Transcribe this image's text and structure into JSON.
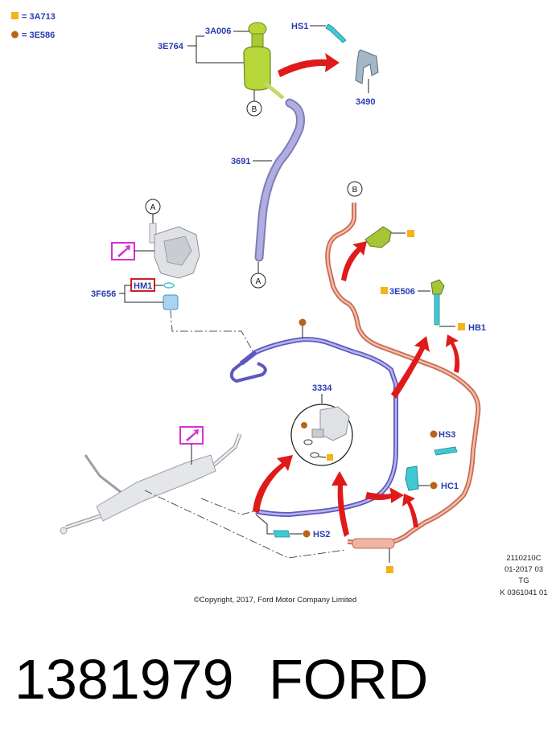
{
  "legend": {
    "square_label": "= 3A713",
    "dot_label": "= 3E586",
    "square_color": "#f4b21b",
    "dot_color": "#b8651a"
  },
  "labels": {
    "p3A006": "3A006",
    "p3E764": "3E764",
    "pHS1": "HS1",
    "p3490": "3490",
    "p3691": "3691",
    "pHM1": "HM1",
    "p3F656": "3F656",
    "p3E506": "3E506",
    "pHB1": "HB1",
    "p3334": "3334",
    "pHS3": "HS3",
    "pHC1": "HC1",
    "pHS2": "HS2"
  },
  "connectors": {
    "B": "B",
    "A": "A"
  },
  "copyright": "©Copyright, 2017, Ford Motor Company Limited",
  "ref_codes": [
    "2110210C",
    "01-2017 03",
    "TG",
    "K 0361041 01"
  ],
  "footer": {
    "part_number": "1381979",
    "brand": "FORD"
  },
  "colors": {
    "label_blue": "#2a3bb0",
    "arrow_red": "#e01a1a",
    "highlight_magenta": "#d62fd6",
    "highlight_red": "#d01f1f",
    "reservoir_green": "#b6d63a",
    "feed_hose_purple": "#9c9ad0",
    "pressure_line_blue": "#6a64c8",
    "return_line_salmon": "#e49a85",
    "clip_cyan": "#3fc9d3"
  }
}
